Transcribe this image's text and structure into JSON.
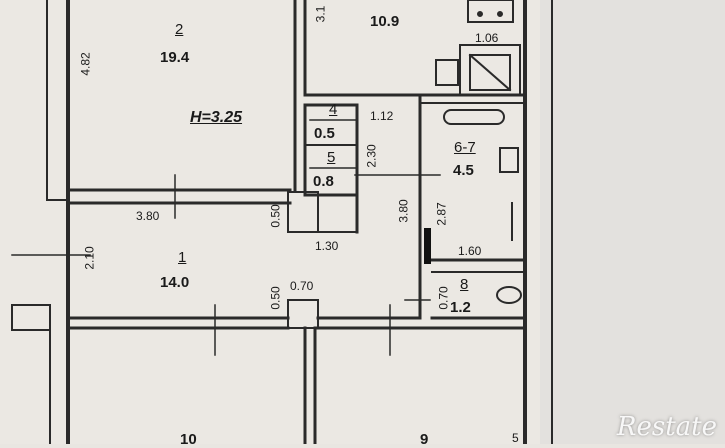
{
  "rooms": [
    {
      "id": "room-2",
      "number": "2",
      "area": "19.4"
    },
    {
      "id": "room-top",
      "number": "",
      "area": "10.9"
    },
    {
      "id": "room-4",
      "number": "4",
      "area": "0.5"
    },
    {
      "id": "room-5",
      "number": "5",
      "area": "0.8"
    },
    {
      "id": "room-6-7",
      "number": "6-7",
      "area": "4.5"
    },
    {
      "id": "room-1",
      "number": "1",
      "area": "14.0"
    },
    {
      "id": "room-8",
      "number": "8",
      "area": "1.2"
    },
    {
      "id": "room-bottom-left",
      "number": "",
      "area": "10"
    },
    {
      "id": "room-bottom-mid",
      "number": "",
      "area": "9"
    }
  ],
  "ceiling_height": "H=3.25",
  "dimensions": {
    "d_4_82": "4.82",
    "d_3_1": "3.1",
    "d_1_06": "1.06",
    "d_1_12": "1.12",
    "d_2_30": "2.30",
    "d_2_87": "2.87",
    "d_3_80_left": "3.80",
    "d_0_50_top": "0.50",
    "d_1_30": "1.30",
    "d_3_80_vertical": "3.80",
    "d_1_60": "1.60",
    "d_2_10": "2.10",
    "d_0_50_bottom": "0.50",
    "d_0_70_h": "0.70",
    "d_0_70_v": "0.70",
    "d_5_edge": "5"
  },
  "watermark": "Restate"
}
